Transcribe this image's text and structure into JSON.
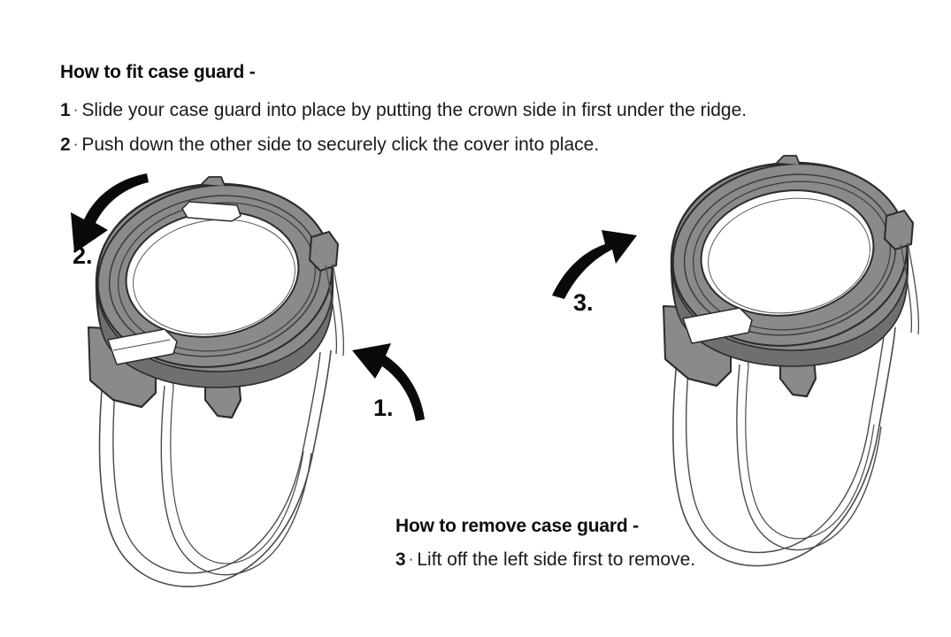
{
  "document": {
    "title": "How to fit / remove case guard"
  },
  "fit_section": {
    "heading": "How to fit case guard -",
    "separator": "·",
    "steps": [
      {
        "number": "1",
        "text": "Slide your case guard into place by putting the crown side in first under the ridge."
      },
      {
        "number": "2",
        "text": "Push down the other side to securely click the cover into place."
      }
    ]
  },
  "remove_section": {
    "heading": "How to remove case guard -",
    "separator": "·",
    "steps": [
      {
        "number": "3",
        "text": "Lift off the left side first to remove."
      }
    ]
  },
  "arrow_labels": {
    "one": "1.",
    "two": "2.",
    "three": "3."
  },
  "colors": {
    "background": "#ffffff",
    "case_gray": "#8a8a8a",
    "case_gray_dark": "#6f6f6f",
    "case_gray_light": "#9d9d9d",
    "outline": "#2b2b2b",
    "strap_outline": "#4a4a4a",
    "arrow": "#0a0a0a",
    "text": "#111111"
  },
  "illustrations": {
    "left": {
      "name": "watch-with-case-guard-fitting",
      "caption_arrows": [
        "1.",
        "2."
      ]
    },
    "right": {
      "name": "watch-with-case-guard-removing",
      "caption_arrows": [
        "3."
      ]
    }
  }
}
